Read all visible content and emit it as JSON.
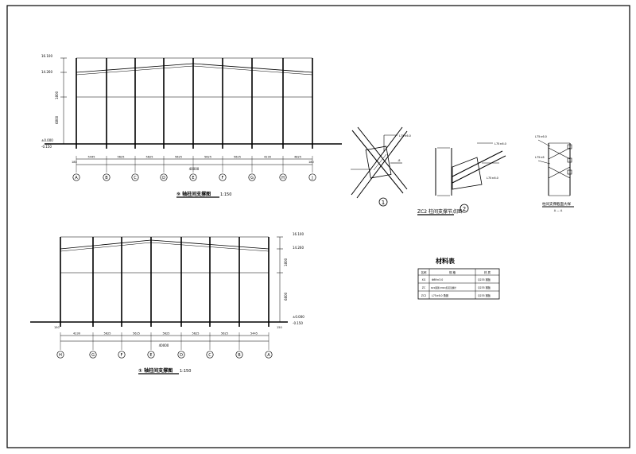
{
  "elevation_a": {
    "title": "⑨ 轴柱间支撑图",
    "scale": "1:150",
    "axes": [
      "A",
      "B",
      "C",
      "D",
      "E",
      "F",
      "G",
      "H",
      "J"
    ],
    "spans": [
      "5445",
      "5625",
      "5625",
      "5625",
      "5625",
      "5625",
      "4230",
      "4825"
    ],
    "total": "40000",
    "levels": [
      "16.100",
      "14.260",
      "±0.000",
      "-0.150"
    ],
    "heights": [
      "1800",
      "6800"
    ],
    "edge_marks": [
      "180",
      "180"
    ]
  },
  "elevation_b": {
    "title": "① 轴柱间支撑图",
    "scale": "1:150",
    "axes": [
      "H",
      "G",
      "F",
      "E",
      "D",
      "C",
      "B",
      "A"
    ],
    "spans": [
      "4230",
      "5625",
      "5625",
      "5625",
      "5625",
      "5625",
      "5445"
    ],
    "total": "40000",
    "levels": [
      "16.100",
      "14.260",
      "±0.000",
      "-0.150"
    ],
    "heights": [
      "1800",
      "6800"
    ],
    "edge_marks": [
      "150",
      "150"
    ]
  },
  "details": {
    "node1_label": "1",
    "node2_label": "2",
    "node_caption": "ZC2 柱间支撑节点图",
    "section_caption": "柱间支撑截面大样",
    "section_mark": "A — A",
    "callouts": [
      "L75×6.0",
      "L75×6.0",
      "L75×6.0",
      "L75×6.0",
      "L75×6",
      "-8"
    ]
  },
  "material_table": {
    "title": "材料表",
    "headers": [
      "名称",
      "规 格",
      "材 质"
    ],
    "rows": [
      [
        "XG",
        "Φ89×3.0",
        "Q235 钢板"
      ],
      [
        "ZC",
        "Φ22圆钢 (M20)配花篮螺丝",
        "Q235 钢板"
      ],
      [
        "ZC2",
        "L75×6.0 角钢",
        "Q235 钢板"
      ]
    ]
  }
}
